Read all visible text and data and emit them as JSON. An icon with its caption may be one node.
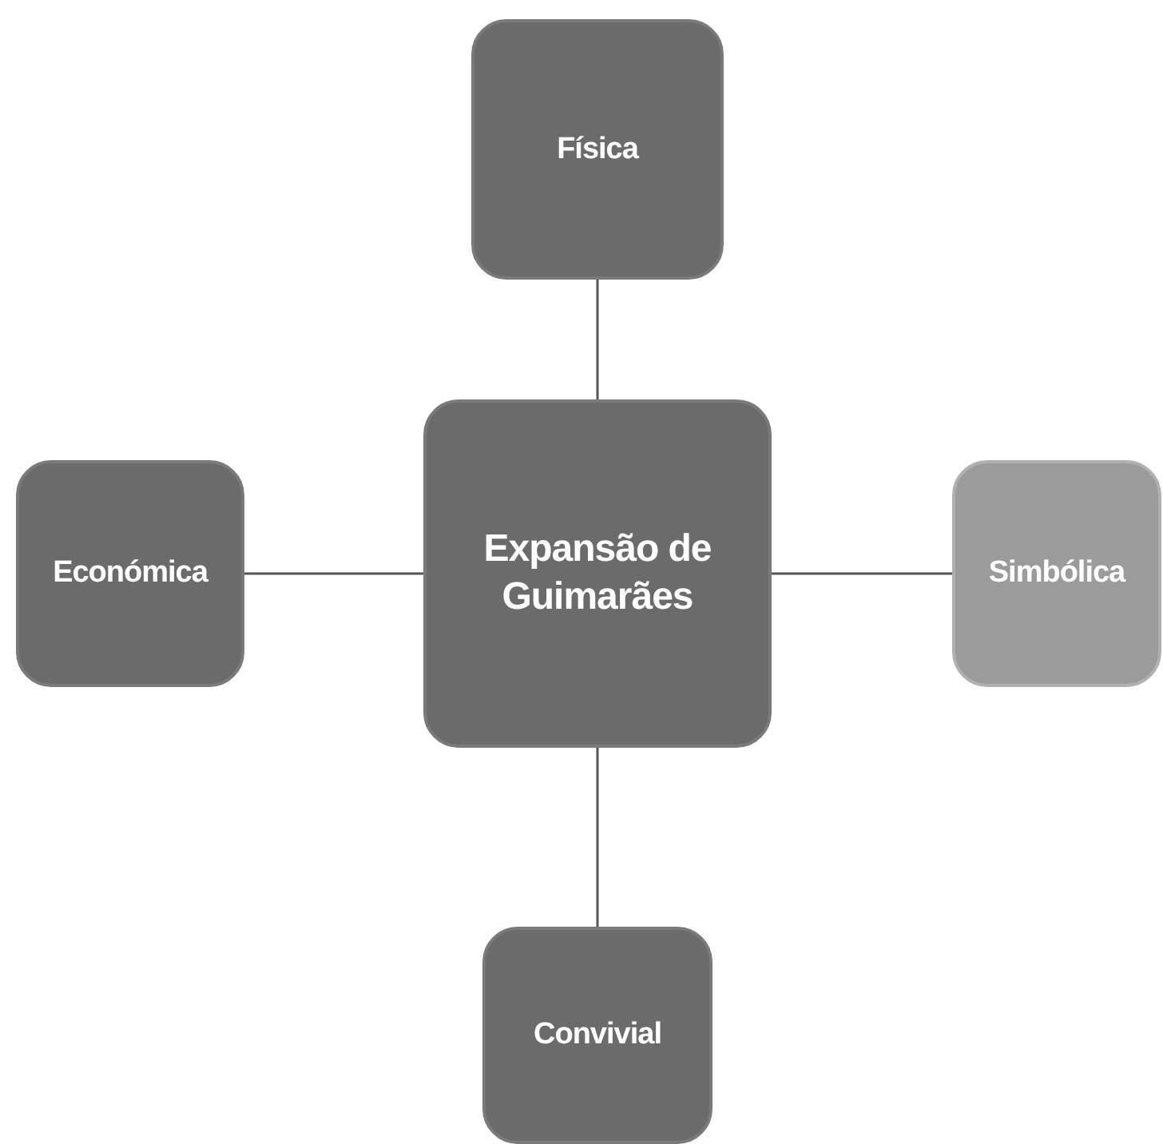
{
  "diagram": {
    "nodes": [
      {
        "text": [
          "Expansão de Guimarães"
        ]
      },
      {
        "text": [
          "Física"
        ]
      },
      {
        "text": [
          "Económica"
        ]
      },
      {
        "text": [
          "Simbólica"
        ]
      },
      {
        "text": [
          "Convivial"
        ]
      }
    ],
    "edges": [
      {
        "from": 0,
        "to": 1,
        "arrow": "none"
      },
      {
        "from": 0,
        "to": 2,
        "arrow": "none"
      },
      {
        "from": 0,
        "to": 3,
        "arrow": "none"
      },
      {
        "from": 0,
        "to": 4,
        "arrow": "none"
      }
    ]
  }
}
